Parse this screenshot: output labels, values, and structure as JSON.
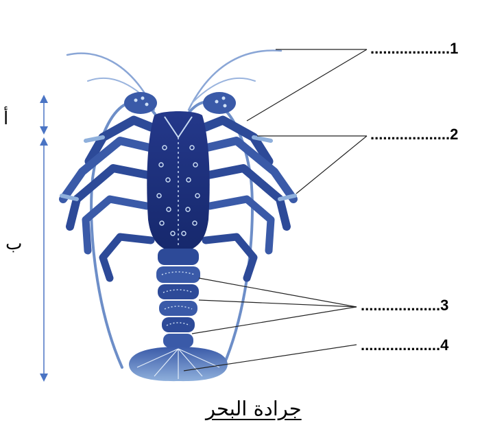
{
  "labels": {
    "l1": "...................1",
    "l2": "...................2",
    "l3": "...................3",
    "l4": "...................4"
  },
  "segments": {
    "a": "أ",
    "b": "ب"
  },
  "caption": "جرادة البحر",
  "colors": {
    "body_dark": "#1a2e78",
    "body_mid": "#3a5aa8",
    "body_light": "#8fb0dc",
    "arrow": "#4a74c4",
    "leader": "#222222"
  }
}
